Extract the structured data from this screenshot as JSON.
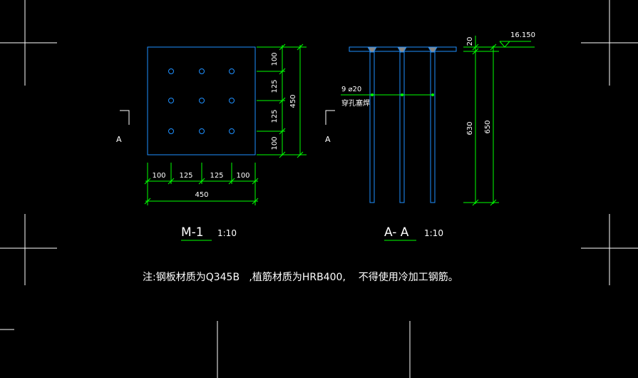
{
  "colors": {
    "background": "#000000",
    "outline": "#1e90ff",
    "dimension": "#00ff00",
    "text": "#ffffff",
    "crosshair": "#ffffff",
    "hole": "#1e90ff"
  },
  "plate_view": {
    "section_marker_left": "A",
    "section_marker_right": "A",
    "side_dims": [
      "100",
      "125",
      "125",
      "100"
    ],
    "side_total": "450",
    "bottom_dims": [
      "100",
      "125",
      "125",
      "100"
    ],
    "bottom_total": "450",
    "title": "M-1",
    "scale": "1:10"
  },
  "section_view": {
    "elevation": "16.150",
    "top_dim": "20",
    "rebar_label": "9 ⌀20",
    "rebar_note": "穿孔塞焊",
    "dim_inner": "630",
    "dim_outer": "650",
    "title": "A- A",
    "scale": "1:10"
  },
  "note": "注:钢板材质为Q345B   ,植筋材质为HRB400,    不得使用冷加工钢筋。"
}
